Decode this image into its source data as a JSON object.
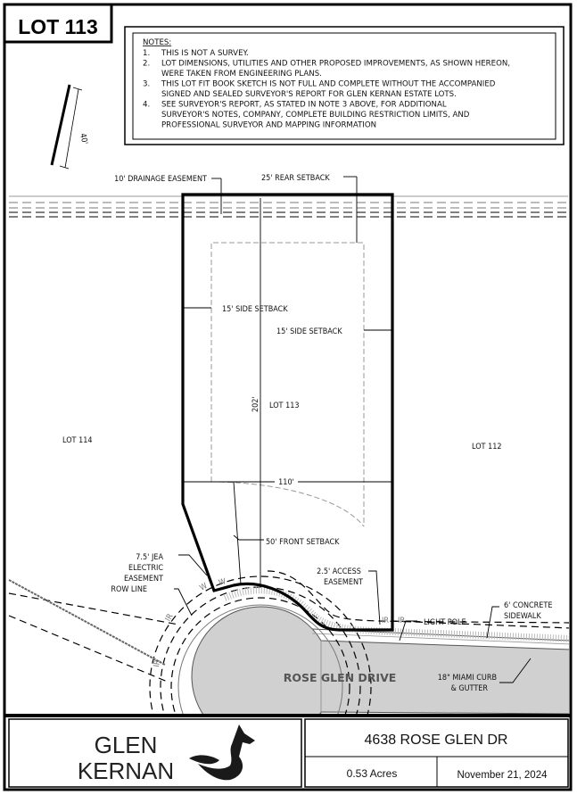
{
  "header": {
    "lot_badge": "LOT 113"
  },
  "notes": {
    "title": "NOTES:",
    "lines": [
      {
        "num": "1.",
        "text": "THIS IS NOT A SURVEY."
      },
      {
        "num": "2.",
        "text": "LOT DIMENSIONS, UTILITIES AND OTHER PROPOSED IMPROVEMENTS, AS SHOWN HEREON,"
      },
      {
        "num": "",
        "text": "WERE TAKEN FROM ENGINEERING PLANS."
      },
      {
        "num": "3.",
        "text": "THIS LOT FIT BOOK SKETCH IS NOT FULL AND COMPLETE WITHOUT THE ACCOMPANIED"
      },
      {
        "num": "",
        "text": "SIGNED AND SEALED SURVEYOR'S REPORT FOR GLEN KERNAN ESTATE LOTS."
      },
      {
        "num": "4.",
        "text": "SEE SURVEYOR'S REPORT, AS STATED IN NOTE 3 ABOVE, FOR ADDITIONAL"
      },
      {
        "num": "",
        "text": "SURVEYOR'S NOTES, COMPANY, COMPLETE BUILDING RESTRICTION LIMITS, AND"
      },
      {
        "num": "",
        "text": "PROFESSIONAL SURVEYOR AND MAPPING INFORMATION"
      }
    ]
  },
  "scale": {
    "label": "40'"
  },
  "plan": {
    "drainage_easement": "10' DRAINAGE EASEMENT",
    "rear_setback": "25' REAR SETBACK",
    "side_setback_left": "15' SIDE SETBACK",
    "side_setback_right": "15' SIDE SETBACK",
    "depth": "202'",
    "lot_label": "LOT 113",
    "lot_left": "LOT 114",
    "lot_right": "LOT 112",
    "width": "110'",
    "front_setback": "50' FRONT SETBACK",
    "jea_easement": [
      "7.5' JEA",
      "ELECTRIC",
      "EASEMENT"
    ],
    "row_line": "ROW LINE",
    "access_easement": [
      "2.5' ACCESS",
      "EASEMENT"
    ],
    "light_pole": "LIGHT POLE",
    "sidewalk": [
      "6' CONCRETE",
      "SIDEWALK"
    ],
    "curb": [
      "18\" MIAMI CURB",
      "& GUTTER"
    ],
    "street": "ROSE GLEN DRIVE",
    "marks": {
      "water": "W",
      "iron_rod": "IR"
    }
  },
  "title_block": {
    "brand": [
      "GLEN",
      "KERNAN"
    ],
    "address": "4638 ROSE GLEN DR",
    "acreage": "0.53 Acres",
    "date": "November 21, 2024"
  },
  "colors": {
    "road": "#d0d0d0",
    "line": "#000000",
    "dashed": "#888888"
  }
}
